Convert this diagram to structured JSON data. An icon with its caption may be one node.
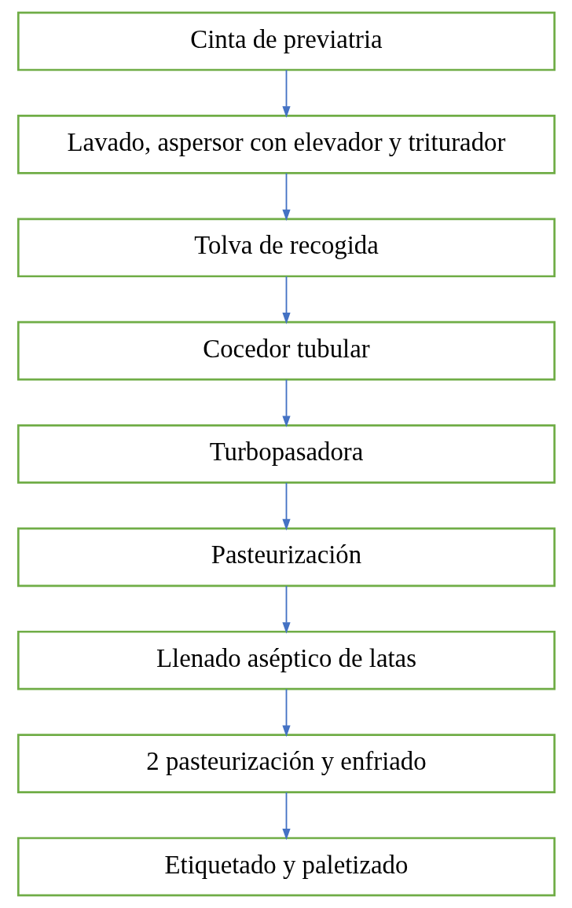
{
  "diagram": {
    "nodes": [
      {
        "text": [
          "Cinta de previatria"
        ]
      },
      {
        "text": [
          "Lavado, aspersor con elevador y triturador"
        ]
      },
      {
        "text": [
          "Tolva de recogida"
        ]
      },
      {
        "text": [
          "Cocedor tubular"
        ]
      },
      {
        "text": [
          "Turbopasadora"
        ]
      },
      {
        "text": [
          "Pasteurización"
        ]
      },
      {
        "text": [
          "Llenado aséptico de latas"
        ]
      },
      {
        "text": [
          "2 pasteurización y enfriado"
        ]
      },
      {
        "text": [
          "Etiquetado y paletizado"
        ]
      }
    ],
    "edges": [
      {
        "from": 0,
        "to": 1,
        "arrow": "to"
      },
      {
        "from": 1,
        "to": 2,
        "arrow": "to"
      },
      {
        "from": 2,
        "to": 3,
        "arrow": "to"
      },
      {
        "from": 3,
        "to": 4,
        "arrow": "to"
      },
      {
        "from": 4,
        "to": 5,
        "arrow": "to"
      },
      {
        "from": 5,
        "to": 6,
        "arrow": "to"
      },
      {
        "from": 6,
        "to": 7,
        "arrow": "to"
      },
      {
        "from": 7,
        "to": 8,
        "arrow": "to"
      }
    ]
  }
}
